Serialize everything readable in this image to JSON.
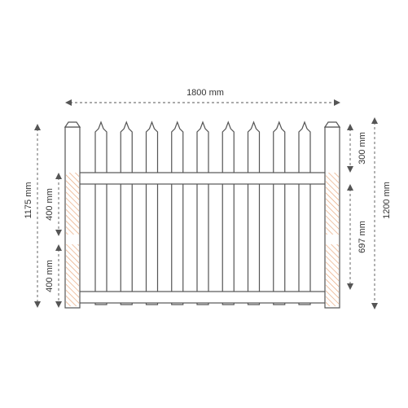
{
  "diagram": {
    "dimensions": {
      "width": "1800 mm",
      "left_total": "1175 mm",
      "left_upper": "400 mm",
      "left_lower": "400 mm",
      "right_top": "300 mm",
      "right_middle": "697 mm",
      "right_total": "1200 mm"
    },
    "picket_count": 9,
    "colors": {
      "line": "#555555",
      "hatch": "#e8a87c",
      "text": "#333333"
    }
  }
}
